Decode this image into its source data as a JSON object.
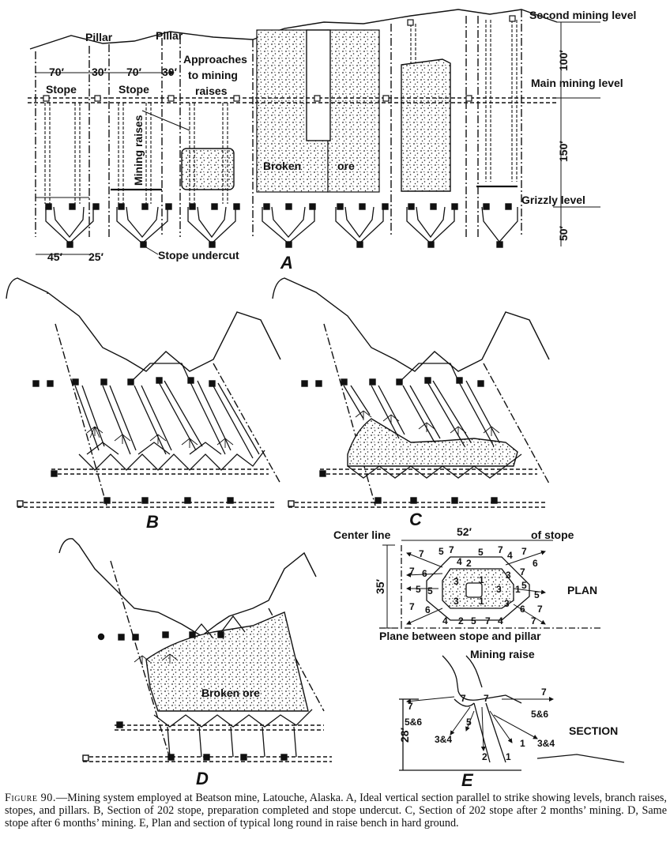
{
  "panel_a": {
    "letter": "A",
    "labels": {
      "pillar_1": "Pillar",
      "pillar_2": "Pillar",
      "stope_1": "Stope",
      "stope_2": "Stope",
      "approaches_1": "Approaches",
      "approaches_2": "to mining",
      "approaches_3": "raises",
      "mining_raises": "Mining raises",
      "broken": "Broken",
      "ore": "ore",
      "second_level": "Second mining level",
      "main_level": "Main mining level",
      "grizzly_level": "Grizzly level",
      "stope_undercut": "Stope undercut"
    },
    "dims": {
      "w70a": "70′",
      "w30a": "30′",
      "w70b": "70′",
      "w30b": "30′",
      "w45": "45′",
      "w25": "25′",
      "h100": "100′",
      "h150": "150′",
      "h50": "50′"
    }
  },
  "panel_b": {
    "letter": "B"
  },
  "panel_c": {
    "letter": "C"
  },
  "panel_d": {
    "letter": "D",
    "label_broken_ore": "Broken ore"
  },
  "panel_e": {
    "letter": "E",
    "center_line": "Center line",
    "of_stope": "of stope",
    "width": "52′",
    "depth": "35′",
    "plan": "PLAN",
    "plane_between": "Plane between stope and pillar",
    "mining_raise": "Mining raise",
    "section": "SECTION",
    "height": "28′",
    "plan_numbers": [
      "7",
      "5",
      "7",
      "4",
      "5",
      "7",
      "4",
      "7",
      "2",
      "6",
      "7",
      "6",
      "3",
      "1",
      "3",
      "7",
      "5",
      "5",
      "3",
      "1",
      "5",
      "5",
      "3",
      "1",
      "3",
      "6",
      "7",
      "6",
      "7",
      "4",
      "2",
      "5",
      "7",
      "4",
      "7"
    ],
    "section_numbers": [
      "7",
      "7",
      "7",
      "7",
      "5&6",
      "5&6",
      "3&4",
      "3&4",
      "5",
      "2",
      "1",
      "1"
    ]
  },
  "caption": {
    "figure_label": "Figure 90.",
    "text": "—Mining system employed at Beatson mine, Latouche, Alaska. A, Ideal vertical section parallel to strike showing levels, branch raises, stopes, and pillars. B, Section of 202 stope, preparation completed and stope undercut. C, Section of 202 stope after 2 months’ mining. D, Same stope after 6 months’ mining. E, Plan and section of typical long round in raise bench in hard ground."
  }
}
